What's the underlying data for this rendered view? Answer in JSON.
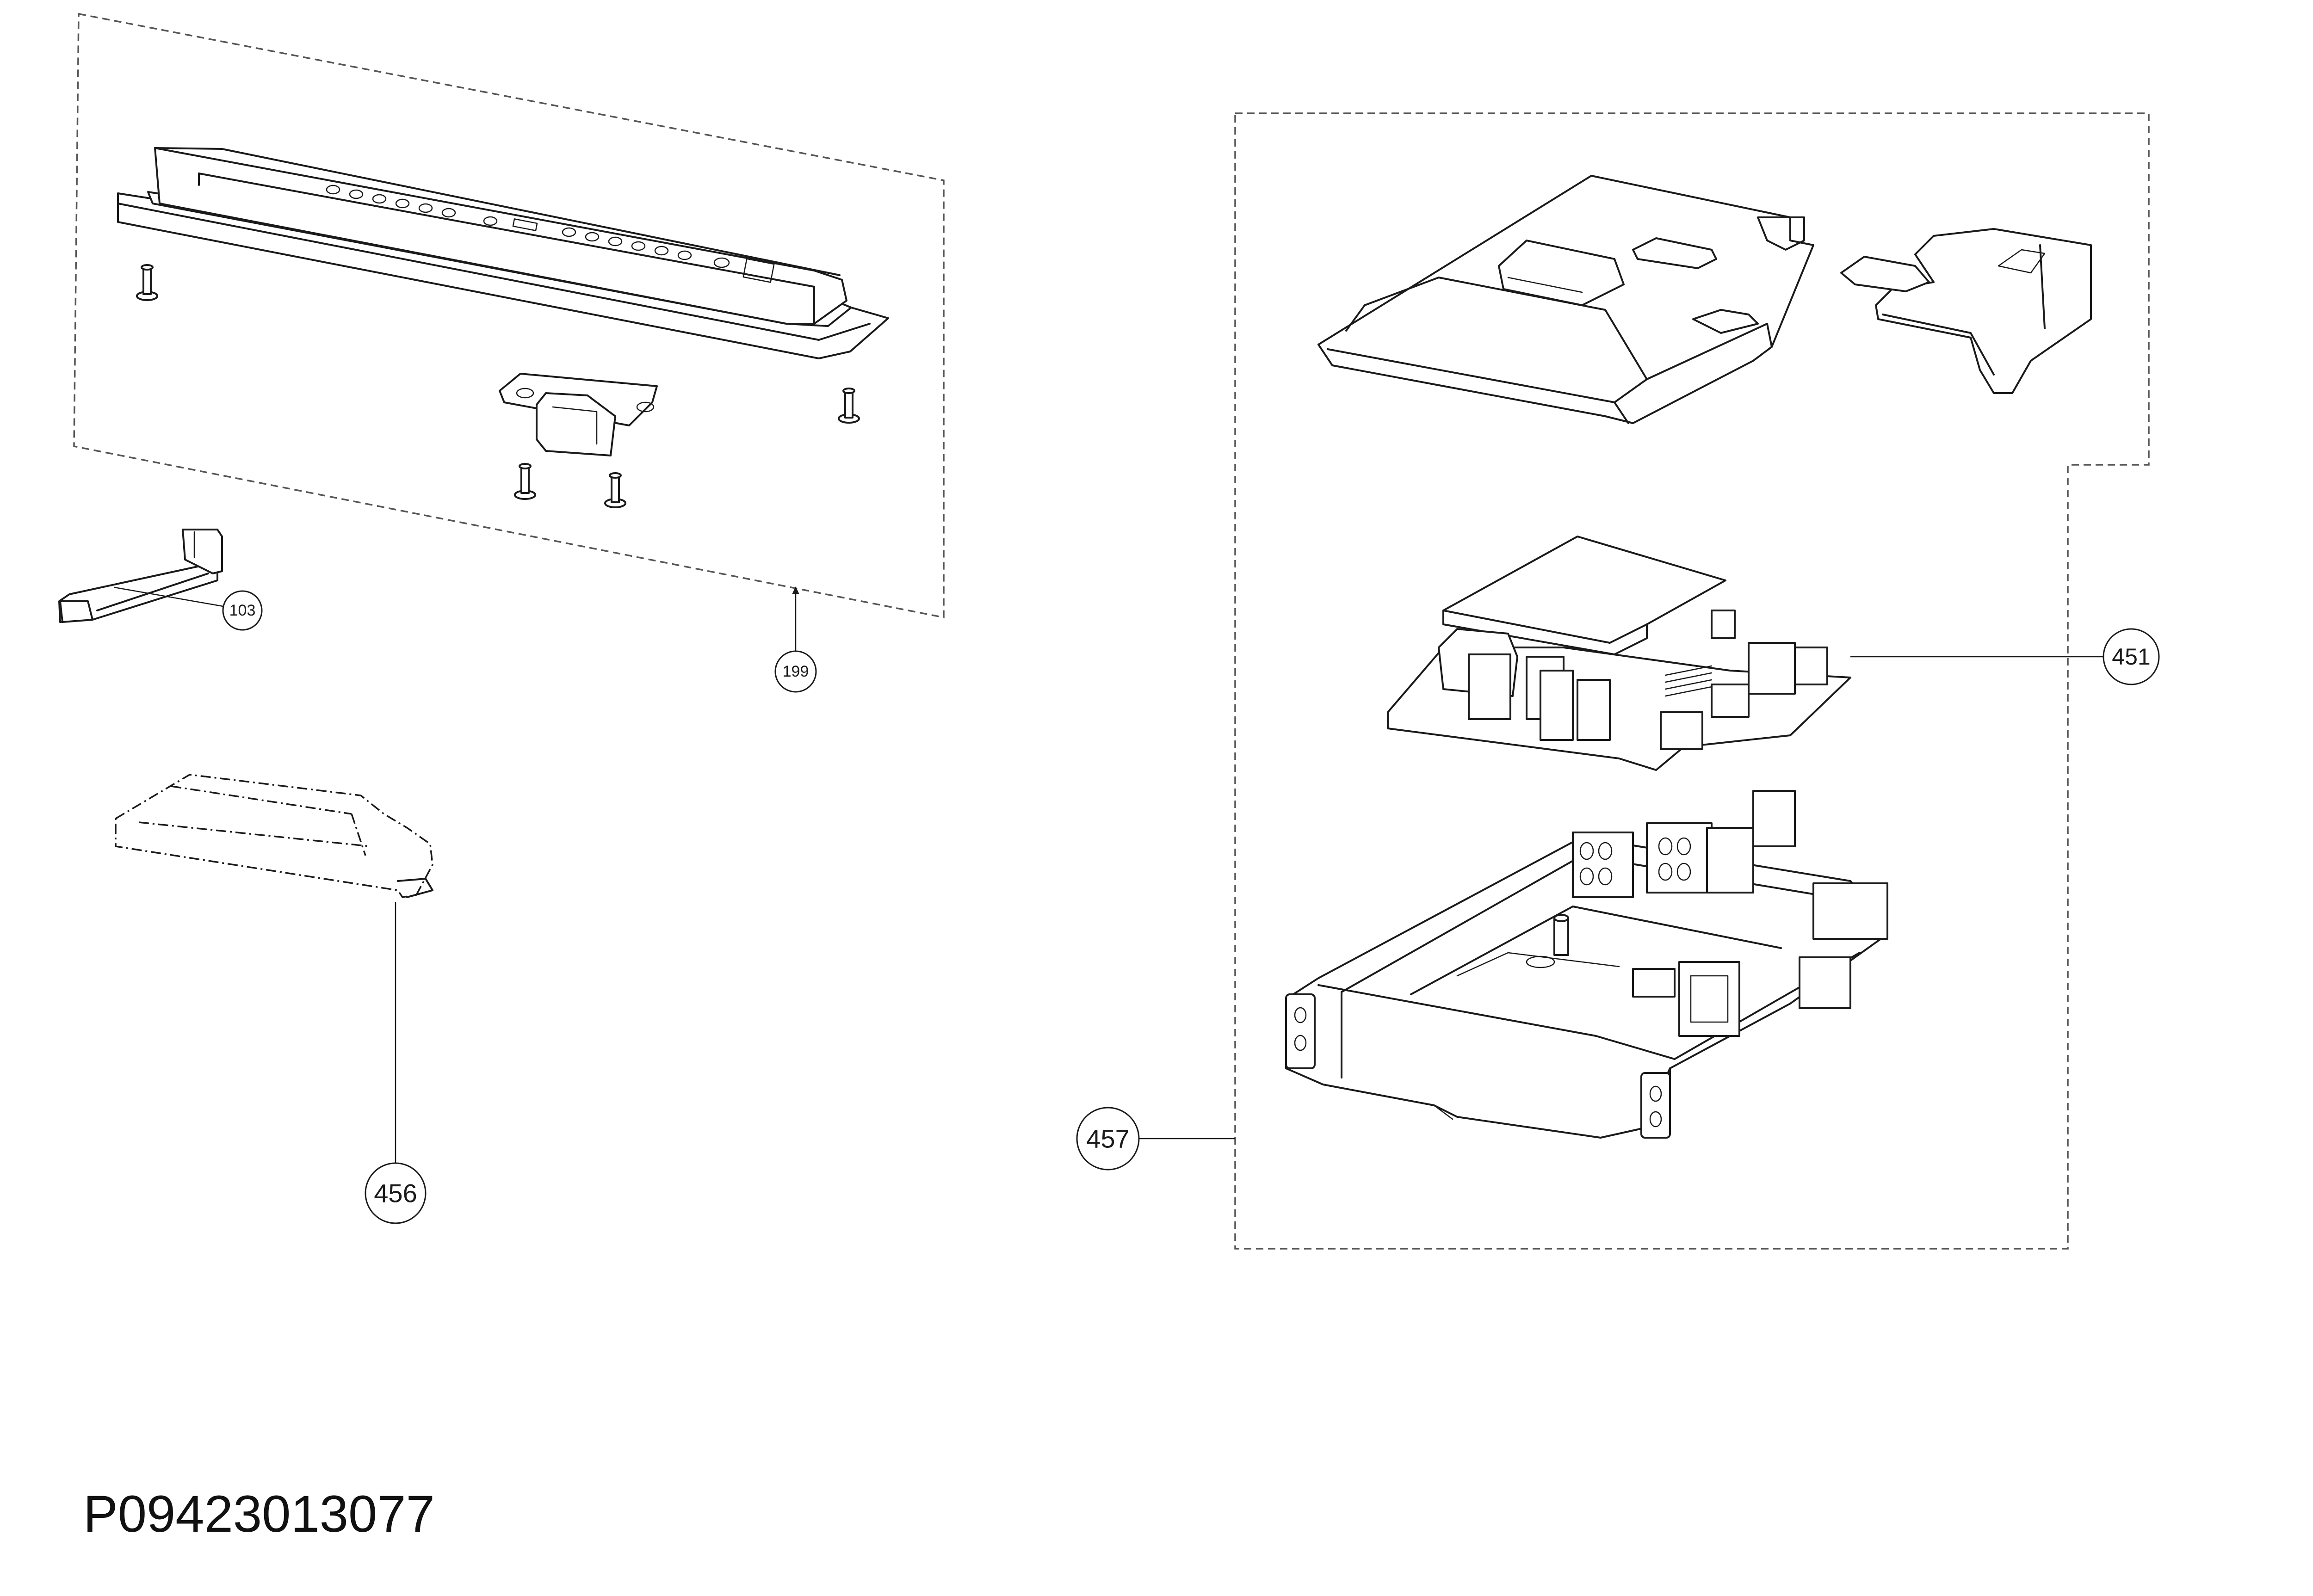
{
  "document_code": "P09423013077",
  "callouts": {
    "c103": "103",
    "c199": "199",
    "c451": "451",
    "c456": "456",
    "c457": "457"
  },
  "parts": [
    "control-panel",
    "screw-icon",
    "bracket",
    "cable-clip",
    "cover-outline",
    "top-cover",
    "small-cover",
    "power-board",
    "housing"
  ]
}
